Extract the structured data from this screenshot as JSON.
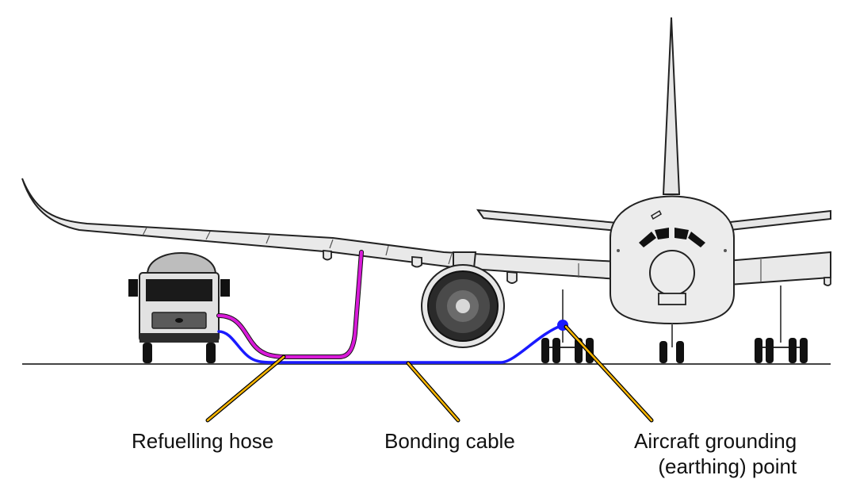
{
  "labels": {
    "refuelling_hose": "Refuelling hose",
    "bonding_cable": "Bonding cable",
    "grounding_point_line1": "Aircraft grounding",
    "grounding_point_line2": "(earthing) point"
  },
  "colors": {
    "refuelling_hose": "#d81ad8",
    "bonding_cable": "#1a1aff",
    "leader_line": "#f7b500",
    "leader_outline": "#000000",
    "aircraft_fill": "#e9e9e9",
    "outline": "#222222"
  }
}
